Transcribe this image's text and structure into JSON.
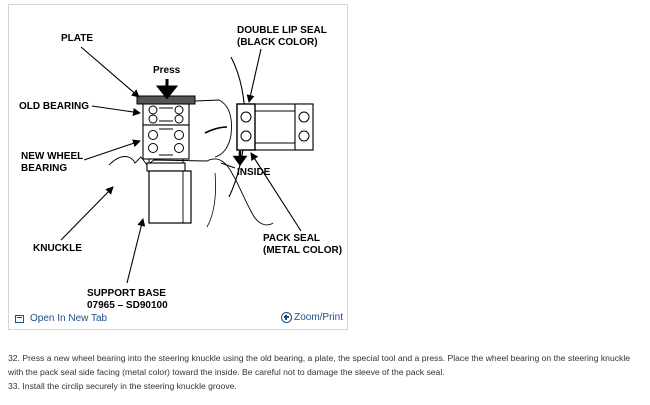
{
  "figure": {
    "labels": {
      "plate": "PLATE",
      "press": "Press",
      "old_bearing": "OLD BEARING",
      "new_wheel_bearing_line1": "NEW WHEEL",
      "new_wheel_bearing_line2": "BEARING",
      "knuckle": "KNUCKLE",
      "support_base_line1": "SUPPORT BASE",
      "support_base_line2": "07965 – SD90100",
      "double_lip_seal_line1": "DOUBLE LIP SEAL",
      "double_lip_seal_line2": "(BLACK COLOR)",
      "inside": "INSIDE",
      "pack_seal_line1": "PACK SEAL",
      "pack_seal_line2": "(METAL COLOR)"
    },
    "footer": {
      "open_tab_label": "Open In New Tab",
      "zoom_print_label": "Zoom/Print"
    },
    "link_color": "#1b4f8a"
  },
  "instructions": {
    "step_32": "32. Press a new wheel bearing into the steering knuckle using the old bearing, a plate, the special tool and a press. Place the wheel bearing on the steering knuckle with the pack seal side facing (metal color) toward the inside. Be careful not to damage the sleeve of the pack seal.",
    "step_33": "33. Install the circlip securely in the steering knuckle groove."
  }
}
